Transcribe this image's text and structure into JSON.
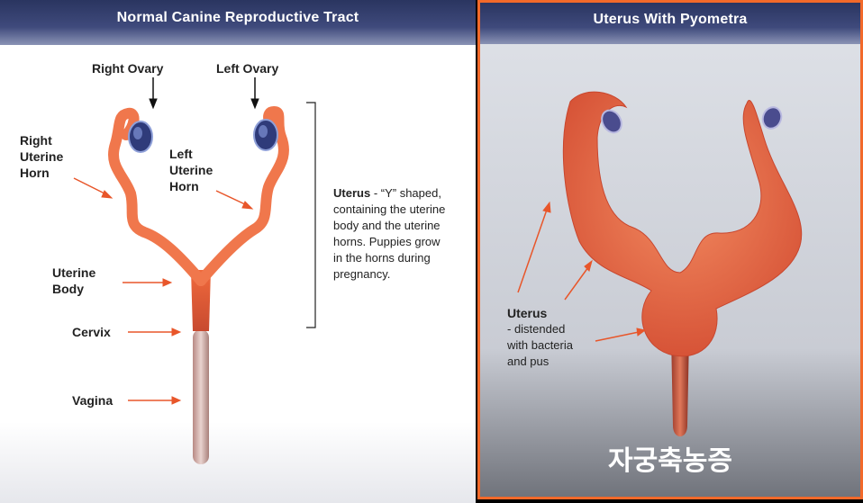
{
  "left_panel": {
    "title": "Normal Canine Reproductive Tract",
    "labels": {
      "right_ovary": "Right Ovary",
      "left_ovary": "Left Ovary",
      "right_uterine_horn": [
        "Right",
        "Uterine",
        "Horn"
      ],
      "left_uterine_horn": [
        "Left",
        "Uterine",
        "Horn"
      ],
      "uterine_body": [
        "Uterine",
        "Body"
      ],
      "cervix": "Cervix",
      "vagina": "Vagina"
    },
    "description_term": "Uterus",
    "description_text": [
      "- “Y” shaped,",
      "containing the uterine",
      "body and the uterine",
      "horns. Puppies grow",
      "in the horns during",
      "pregnancy."
    ]
  },
  "right_panel": {
    "title": "Uterus With Pyometra",
    "label_term": "Uterus",
    "label_text": [
      "- distended",
      "with bacteria",
      "and pus"
    ],
    "caption": "자궁축농증"
  },
  "colors": {
    "accent_border": "#f2692a",
    "arrow_orange": "#e8562a",
    "header_navy": "#2f3a68",
    "uterus_red": "#e85a3a"
  }
}
